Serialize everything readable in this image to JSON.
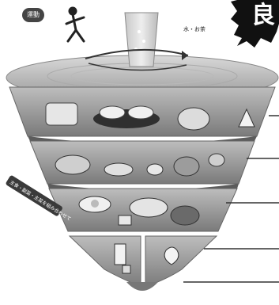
{
  "top": {
    "burst_char": "良",
    "runner_tag": "運動",
    "drink_label": "水・お茶"
  },
  "side_label": "主食・副菜・主菜を組み合わせて"
}
